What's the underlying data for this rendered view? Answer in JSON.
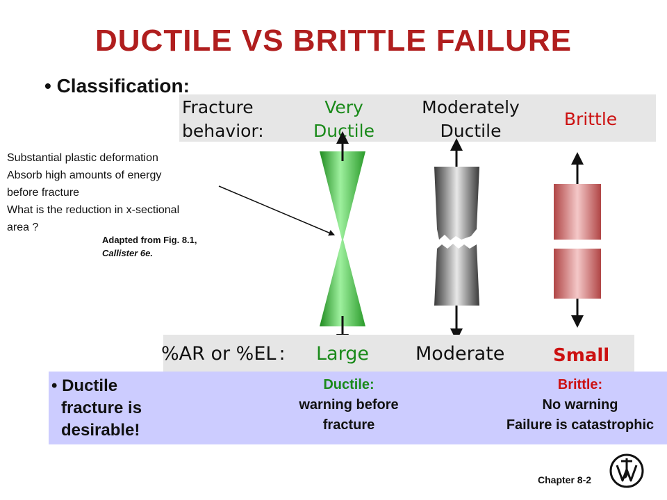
{
  "title": "DUCTILE VS BRITTLE FAILURE",
  "classification": "• Classification:",
  "header": {
    "row_label_1": "Fracture",
    "row_label_2": "behavior:",
    "col1_line1": "Very",
    "col1_line2": "Ductile",
    "col2_line1": "Moderately",
    "col2_line2": "Ductile",
    "col3": "Brittle"
  },
  "note": {
    "lines": [
      "Substantial plastic deformation",
      "Absorb high amounts of energy",
      "before fracture",
      "What is the reduction in x-sectional",
      "area ?"
    ]
  },
  "adapted": {
    "line1": "Adapted from Fig. 8.1,",
    "line2": "Callister 6e."
  },
  "metric": {
    "label": "%AR or %EL",
    "colon": ":",
    "col1": "Large",
    "col2": "Moderate",
    "col3": "Small"
  },
  "bottom": {
    "bullet_line1": "• Ductile",
    "bullet_line2": "fracture is",
    "bullet_line3": "desirable!",
    "ductile_title": "Ductile:",
    "ductile_line1": "warning before",
    "ductile_line2": "fracture",
    "brittle_title": "Brittle:",
    "brittle_line1": "No warning",
    "brittle_line2": "Failure is catastrophic"
  },
  "footer": {
    "chapter": "Chapter 8-2"
  },
  "colors": {
    "title": "#b01e1e",
    "ductile_green": "#1a8a1a",
    "brittle_red": "#cc1111",
    "band_gray": "#e6e6e6",
    "bottom_band": "#ccccff"
  },
  "icons": [
    "publisher-logo-icon"
  ]
}
